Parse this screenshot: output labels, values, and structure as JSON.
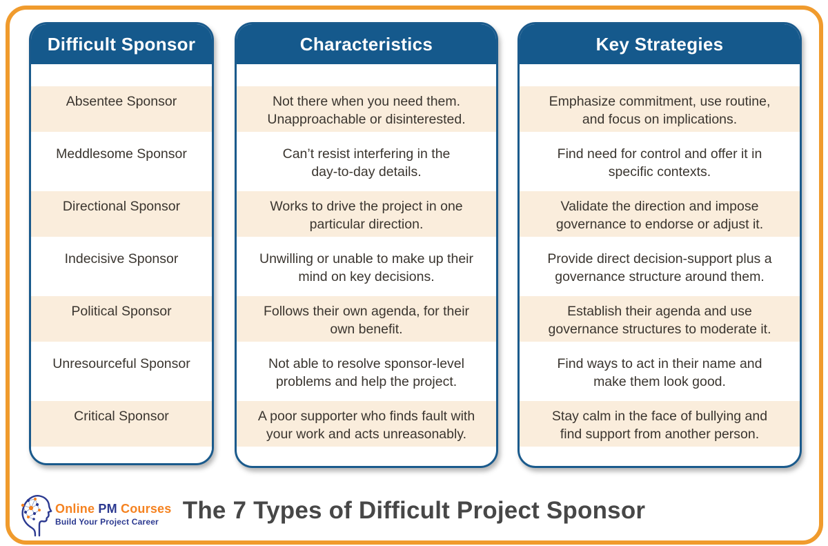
{
  "page": {
    "title": "The 7 Types of Difficult Project Sponsor"
  },
  "logo": {
    "brand_online": "Online",
    "brand_pm": "PM",
    "brand_courses": "Courses",
    "tagline": "Build Your Project Career"
  },
  "columns": [
    {
      "header": "Difficult Sponsor"
    },
    {
      "header": "Characteristics"
    },
    {
      "header": "Key Strategies"
    }
  ],
  "rows": [
    {
      "sponsor": "Absentee Sponsor",
      "characteristic": "Not there when you need them.\nUnapproachable or disinterested.",
      "strategy": "Emphasize commitment, use routine,\nand focus on implications."
    },
    {
      "sponsor": "Meddlesome Sponsor",
      "characteristic": "Can’t resist interfering in the\nday-to-day details.",
      "strategy": "Find need for control and offer it in\nspecific contexts."
    },
    {
      "sponsor": "Directional Sponsor",
      "characteristic": "Works to drive the project in one\nparticular direction.",
      "strategy": "Validate the direction and impose\ngovernance to endorse or adjust it."
    },
    {
      "sponsor": "Indecisive Sponsor",
      "characteristic": "Unwilling or unable to make up their\nmind on key decisions.",
      "strategy": "Provide direct decision-support plus a\ngovernance structure around them."
    },
    {
      "sponsor": "Political Sponsor",
      "characteristic": "Follows their own agenda, for their\nown benefit.",
      "strategy": "Establish their agenda and use\ngovernance structures to moderate it."
    },
    {
      "sponsor": "Unresourceful Sponsor",
      "characteristic": "Not able to resolve sponsor-level\nproblems and help the project.",
      "strategy": "Find ways to act in their name and\nmake them look good."
    },
    {
      "sponsor": "Critical Sponsor",
      "characteristic": "A poor supporter who finds fault with\nyour work and acts unreasonably.",
      "strategy": "Stay calm in the face of bullying and\nfind support from another person."
    }
  ],
  "colors": {
    "frame_orange": "#F09B2D",
    "header_blue": "#15598C",
    "card_border": "#1A5A8C",
    "row_peach": "#FAEDDC",
    "cell_text": "#3A352F",
    "title_gray": "#474747",
    "brand_orange": "#F58220",
    "brand_navy": "#2B3990"
  }
}
